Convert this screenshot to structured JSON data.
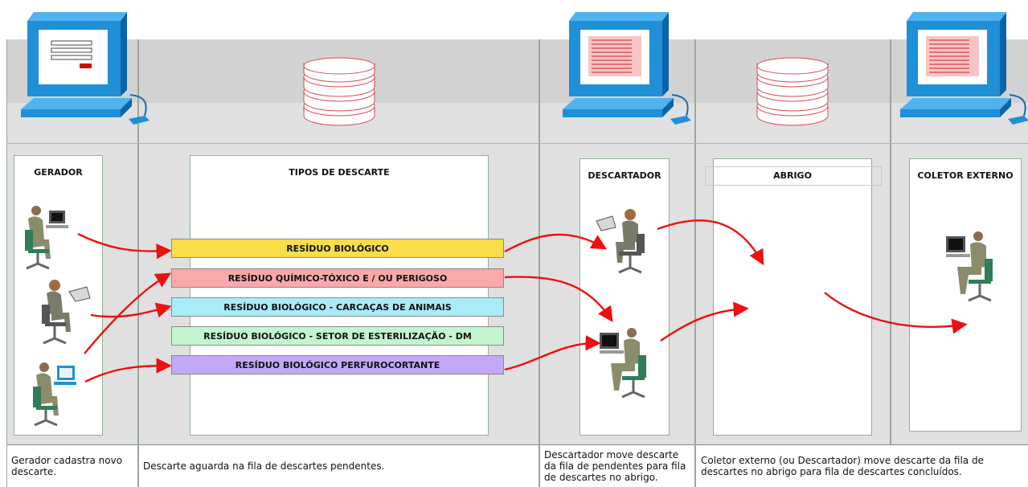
{
  "columns": {
    "gerador": {
      "title": "GERADOR",
      "caption": "Gerador cadastra novo descarte."
    },
    "tipos": {
      "title": "TIPOS DE DESCARTE",
      "caption": "Descarte aguarda na fila de descartes pendentes."
    },
    "descartador": {
      "title": "DESCARTADOR",
      "caption": "Descartador move descarte da fila de pendentes para fila de descartes no abrigo."
    },
    "abrigo": {
      "title": "ABRIGO"
    },
    "coletor": {
      "title": "COLETOR EXTERNO",
      "caption": "Coletor externo (ou Descartador) move descarte da fila de descartes no abrigo para fila de descartes concluídos."
    }
  },
  "discard_types": [
    {
      "label": "RESÍDUO BIOLÓGICO",
      "color": "#f9dd4a"
    },
    {
      "label": "RESÍDUO QUÍMICO-TÓXICO E / OU PERIGOSO",
      "color": "#f9a9a9"
    },
    {
      "label": "RESÍDUO BIOLÓGICO - CARCAÇAS DE ANIMAIS",
      "color": "#a9ecf7"
    },
    {
      "label": "RESÍDUO BIOLÓGICO - SETOR DE ESTERILIZAÇÃO - DM",
      "color": "#c3f6cf"
    },
    {
      "label": "RESÍDUO BIOLÓGICO PERFUROCORTANTE",
      "color": "#c3a8f7"
    }
  ],
  "icons": [
    "computer-form-icon",
    "database-icon",
    "computer-list-icon",
    "person-at-computer-icon",
    "flow-arrow-icon"
  ],
  "colors": {
    "arrow": "#ee0f0f",
    "monitor": "#1f8fd8",
    "database_stroke": "#d94a4a"
  }
}
